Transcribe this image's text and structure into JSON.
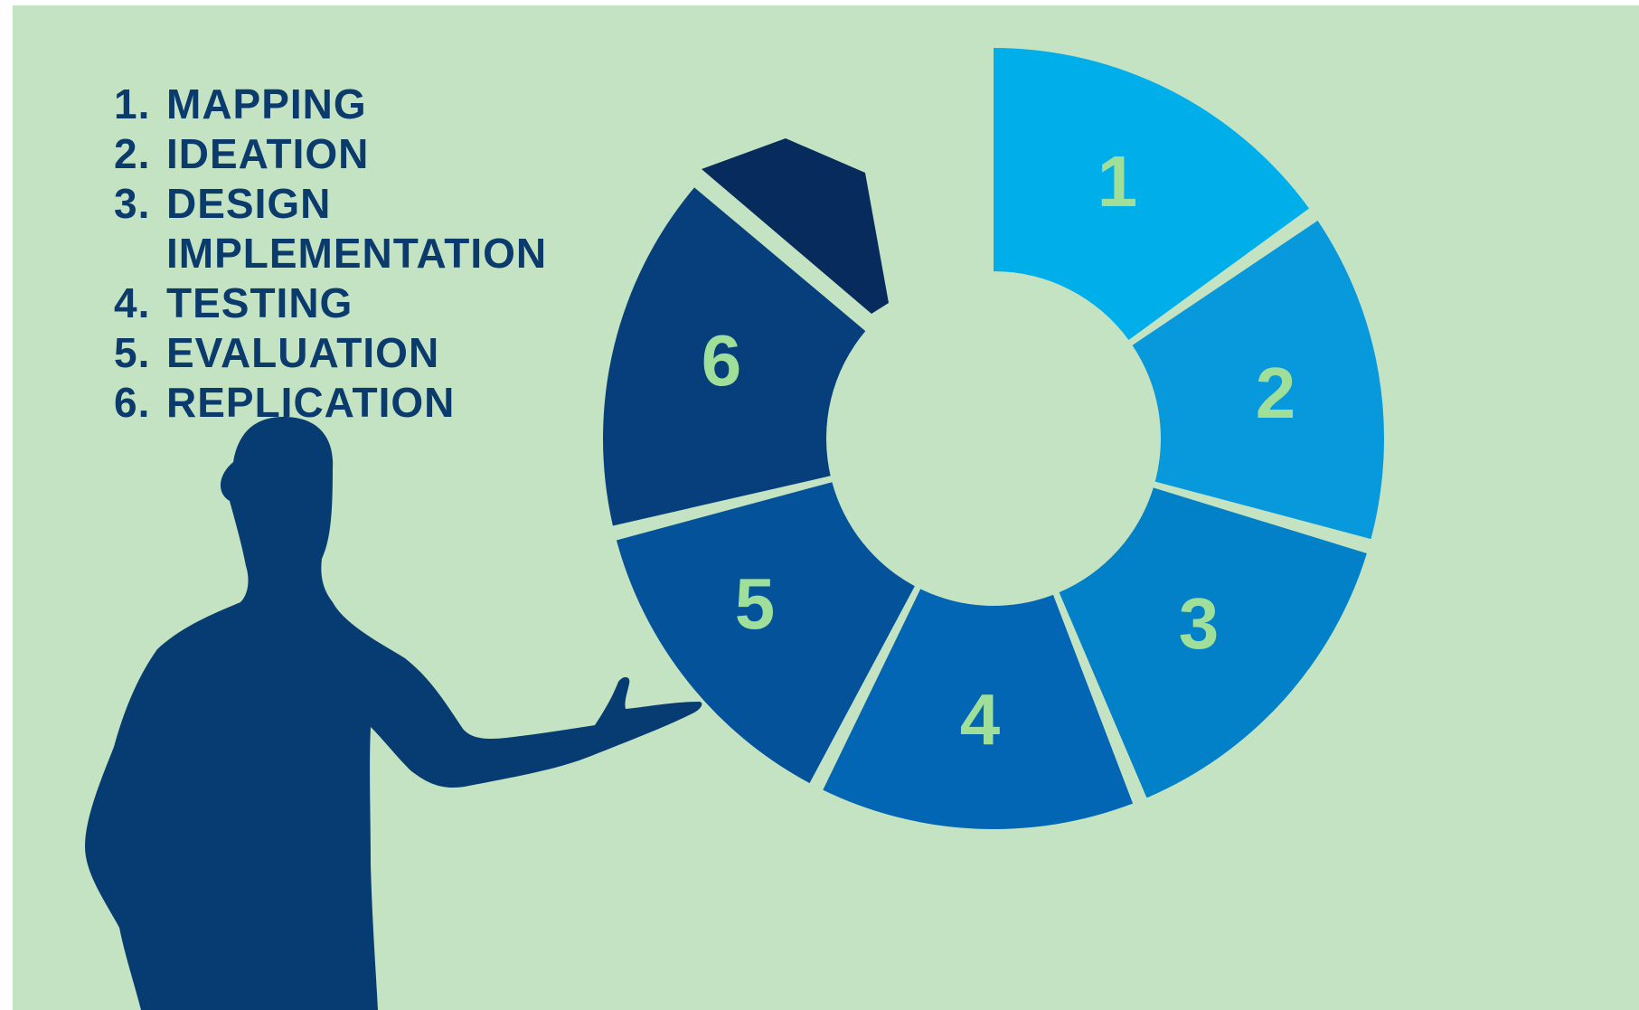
{
  "steps": [
    {
      "num": "1.",
      "label": "MAPPING"
    },
    {
      "num": "2.",
      "label": "IDEATION"
    },
    {
      "num": "3.",
      "label": "DESIGN\nIMPLEMENTATION"
    },
    {
      "num": "4.",
      "label": "TESTING"
    },
    {
      "num": "5.",
      "label": "EVALUATION"
    },
    {
      "num": "6.",
      "label": "REPLICATION"
    }
  ],
  "cycle": {
    "segments": [
      {
        "label": "1",
        "color": "#00aeea"
      },
      {
        "label": "2",
        "color": "#0898dc"
      },
      {
        "label": "3",
        "color": "#0280c8"
      },
      {
        "label": "4",
        "color": "#0366b4"
      },
      {
        "label": "5",
        "color": "#04529a"
      },
      {
        "label": "6",
        "color": "#063f7c"
      }
    ],
    "arrow_color": "#062b5c",
    "label_color": "#9fdf9a"
  },
  "colors": {
    "background": "#c4e3c2",
    "text": "#0b3a6c",
    "silhouette": "#073c72"
  },
  "icons": {
    "presenter": "presenter-silhouette-icon",
    "arrow": "cycle-arrow-icon"
  }
}
